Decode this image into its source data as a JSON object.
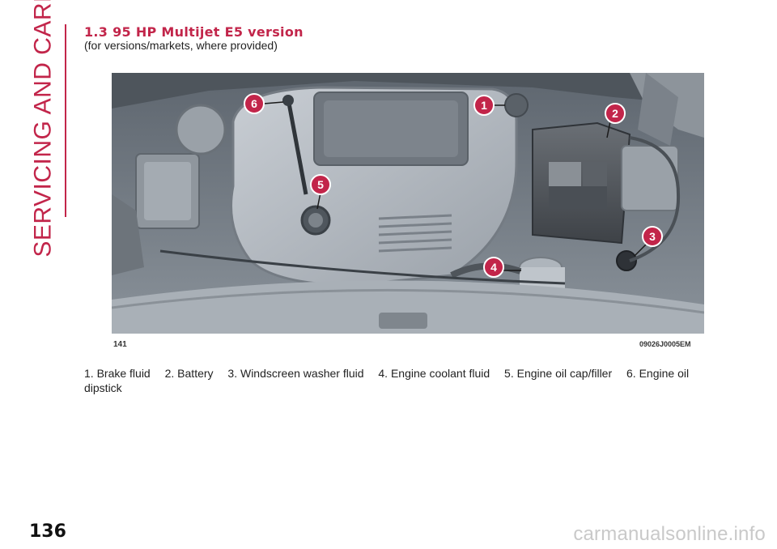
{
  "section": {
    "side_title": "SERVICING AND CARE"
  },
  "heading": "1.3 95 HP Multijet E5 version",
  "subheading": "(for versions/markets, where provided)",
  "figure": {
    "ref": "141",
    "code": "09026J0005EM",
    "callouts": [
      "1",
      "2",
      "3",
      "4",
      "5",
      "6"
    ]
  },
  "caption": {
    "items": [
      "1. Brake fluid",
      "2. Battery",
      "3. Windscreen washer fluid",
      "4. Engine coolant fluid",
      "5. Engine oil cap/filler",
      "6. Engine oil dipstick"
    ]
  },
  "page_number": "136",
  "watermark": "carmanualsonline.info",
  "colors": {
    "accent": "#c2254a",
    "callout": "#c2254a"
  }
}
